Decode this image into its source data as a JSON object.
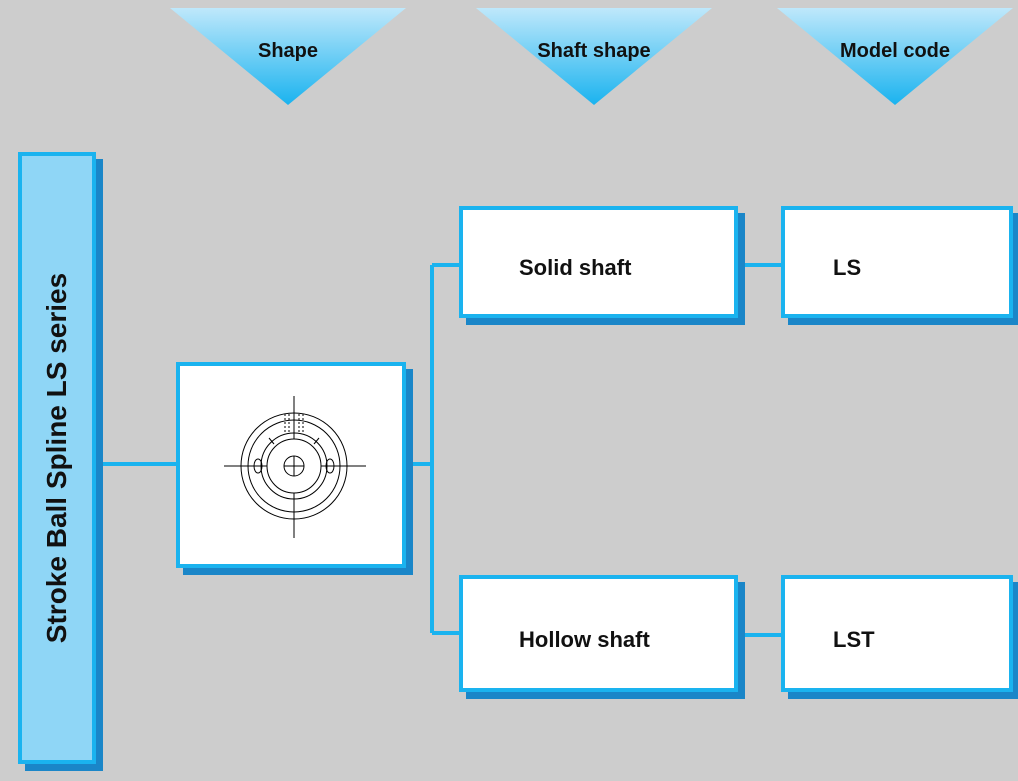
{
  "headers": {
    "shape": "Shape",
    "shaft_shape": "Shaft shape",
    "model_code": "Model code"
  },
  "series": {
    "title": "Stroke Ball Spline LS series"
  },
  "shape_icon": "shaft-cross-section-icon",
  "shaft_options": [
    {
      "label": "Solid shaft",
      "model": "LS"
    },
    {
      "label": "Hollow shaft",
      "model": "LST"
    }
  ],
  "colors": {
    "background": "#cdcdcd",
    "accent": "#1ab3ef",
    "shadow": "#1a86c8",
    "series_fill": "#8fd6f6"
  }
}
